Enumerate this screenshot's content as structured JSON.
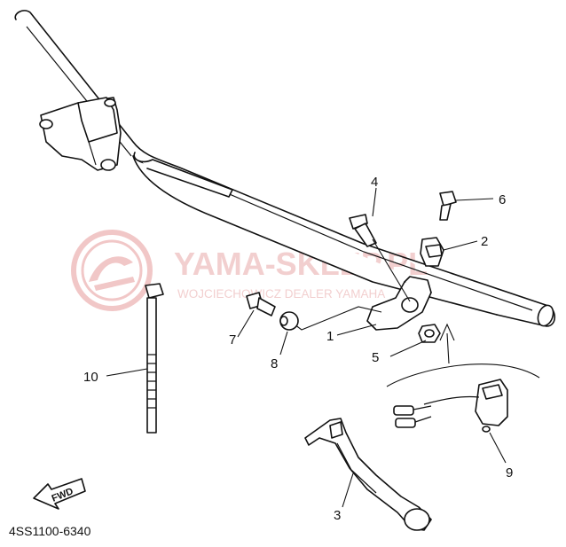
{
  "diagram_code": "4SS1100-6340",
  "fwd_label": "FWD",
  "watermark": {
    "title": "YAMA-SKLEP.PL",
    "subtitle": "WOJCIECHOWICZ DEALER YAMAHA",
    "color": "#e8a8a8"
  },
  "callouts": {
    "c1": "1",
    "c2": "2",
    "c3": "3",
    "c4": "4",
    "c5": "5",
    "c6": "6",
    "c7": "7",
    "c8": "8",
    "c9": "9",
    "c10": "10"
  }
}
